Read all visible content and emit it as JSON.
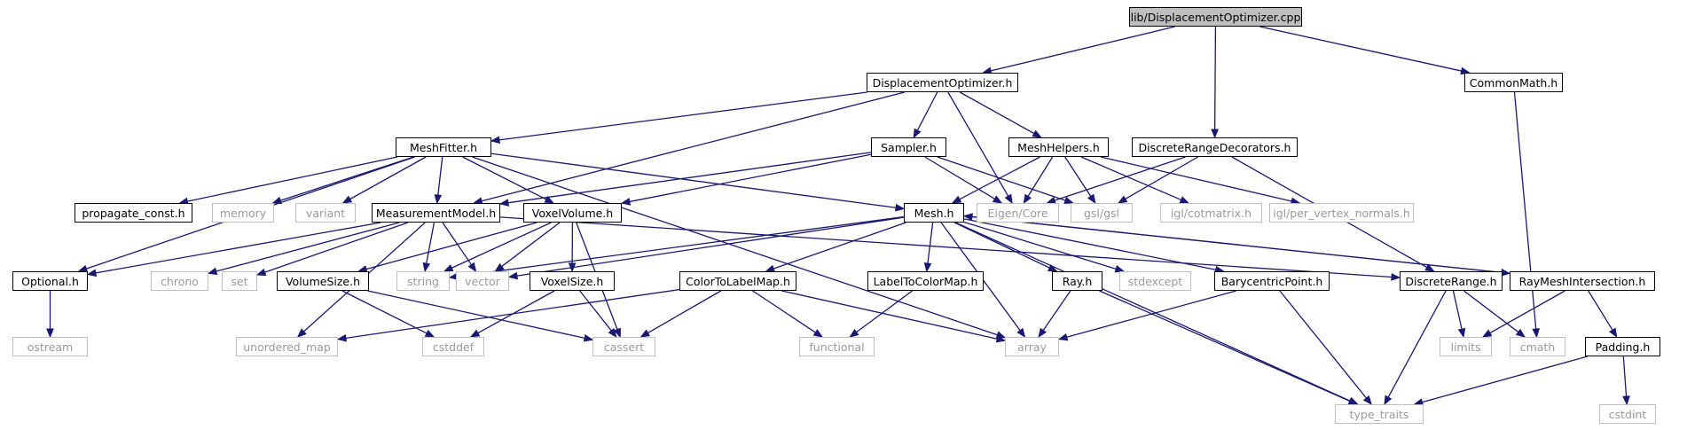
{
  "title": "lib/DisplacementOptimizer.cpp",
  "colors": {
    "edge": "#191970",
    "local_border": "#000000",
    "system_border": "#bfbfbf",
    "system_text": "#9a9a9a",
    "root_fill": "#bfbfbf"
  },
  "nodes": [
    {
      "id": "root",
      "label": "lib/DisplacementOptimizer.cpp",
      "kind": "root"
    },
    {
      "id": "DisplacementOptimizer_h",
      "label": "DisplacementOptimizer.h",
      "kind": "local"
    },
    {
      "id": "DiscreteRangeDecorators_h",
      "label": "DiscreteRangeDecorators.h",
      "kind": "local"
    },
    {
      "id": "CommonMath_h",
      "label": "CommonMath.h",
      "kind": "local"
    },
    {
      "id": "MeshFitter_h",
      "label": "MeshFitter.h",
      "kind": "local"
    },
    {
      "id": "Sampler_h",
      "label": "Sampler.h",
      "kind": "local"
    },
    {
      "id": "MeshHelpers_h",
      "label": "MeshHelpers.h",
      "kind": "local"
    },
    {
      "id": "propagate_const_h",
      "label": "propagate_const.h",
      "kind": "local"
    },
    {
      "id": "memory",
      "label": "memory",
      "kind": "system"
    },
    {
      "id": "variant",
      "label": "variant",
      "kind": "system"
    },
    {
      "id": "MeasurementModel_h",
      "label": "MeasurementModel.h",
      "kind": "local"
    },
    {
      "id": "VoxelVolume_h",
      "label": "VoxelVolume.h",
      "kind": "local"
    },
    {
      "id": "Mesh_h",
      "label": "Mesh.h",
      "kind": "local"
    },
    {
      "id": "Eigen_Core",
      "label": "Eigen/Core",
      "kind": "system"
    },
    {
      "id": "gsl_gsl",
      "label": "gsl/gsl",
      "kind": "system"
    },
    {
      "id": "igl_cotmatrix_h",
      "label": "igl/cotmatrix.h",
      "kind": "system"
    },
    {
      "id": "igl_per_vertex_normals_h",
      "label": "igl/per_vertex_normals.h",
      "kind": "system"
    },
    {
      "id": "Optional_h",
      "label": "Optional.h",
      "kind": "local"
    },
    {
      "id": "chrono",
      "label": "chrono",
      "kind": "system"
    },
    {
      "id": "set",
      "label": "set",
      "kind": "system"
    },
    {
      "id": "VolumeSize_h",
      "label": "VolumeSize.h",
      "kind": "local"
    },
    {
      "id": "string",
      "label": "string",
      "kind": "system"
    },
    {
      "id": "vector",
      "label": "vector",
      "kind": "system"
    },
    {
      "id": "VoxelSize_h",
      "label": "VoxelSize.h",
      "kind": "local"
    },
    {
      "id": "ColorToLabelMap_h",
      "label": "ColorToLabelMap.h",
      "kind": "local"
    },
    {
      "id": "LabelToColorMap_h",
      "label": "LabelToColorMap.h",
      "kind": "local"
    },
    {
      "id": "Ray_h",
      "label": "Ray.h",
      "kind": "local"
    },
    {
      "id": "stdexcept",
      "label": "stdexcept",
      "kind": "system"
    },
    {
      "id": "BarycentricPoint_h",
      "label": "BarycentricPoint.h",
      "kind": "local"
    },
    {
      "id": "DiscreteRange_h",
      "label": "DiscreteRange.h",
      "kind": "local"
    },
    {
      "id": "RayMeshIntersection_h",
      "label": "RayMeshIntersection.h",
      "kind": "local"
    },
    {
      "id": "ostream",
      "label": "ostream",
      "kind": "system"
    },
    {
      "id": "unordered_map",
      "label": "unordered_map",
      "kind": "system"
    },
    {
      "id": "cstddef",
      "label": "cstddef",
      "kind": "system"
    },
    {
      "id": "cassert",
      "label": "cassert",
      "kind": "system"
    },
    {
      "id": "functional",
      "label": "functional",
      "kind": "system"
    },
    {
      "id": "array",
      "label": "array",
      "kind": "system"
    },
    {
      "id": "limits",
      "label": "limits",
      "kind": "system"
    },
    {
      "id": "cmath",
      "label": "cmath",
      "kind": "system"
    },
    {
      "id": "Padding_h",
      "label": "Padding.h",
      "kind": "local"
    },
    {
      "id": "type_traits",
      "label": "type_traits",
      "kind": "system"
    },
    {
      "id": "cstdint",
      "label": "cstdint",
      "kind": "system"
    }
  ],
  "edges": [
    [
      "root",
      "DisplacementOptimizer_h"
    ],
    [
      "root",
      "DiscreteRangeDecorators_h"
    ],
    [
      "root",
      "CommonMath_h"
    ],
    [
      "CommonMath_h",
      "cmath"
    ],
    [
      "DisplacementOptimizer_h",
      "MeshFitter_h"
    ],
    [
      "DisplacementOptimizer_h",
      "Sampler_h"
    ],
    [
      "DisplacementOptimizer_h",
      "MeshHelpers_h"
    ],
    [
      "DisplacementOptimizer_h",
      "MeasurementModel_h"
    ],
    [
      "DisplacementOptimizer_h",
      "Eigen_Core"
    ],
    [
      "DiscreteRangeDecorators_h",
      "Eigen_Core"
    ],
    [
      "DiscreteRangeDecorators_h",
      "gsl_gsl"
    ],
    [
      "DiscreteRangeDecorators_h",
      "DiscreteRange_h"
    ],
    [
      "MeshFitter_h",
      "Optional_h"
    ],
    [
      "MeshFitter_h",
      "propagate_const_h"
    ],
    [
      "MeshFitter_h",
      "memory"
    ],
    [
      "MeshFitter_h",
      "variant"
    ],
    [
      "MeshFitter_h",
      "MeasurementModel_h"
    ],
    [
      "MeshFitter_h",
      "VoxelVolume_h"
    ],
    [
      "MeshFitter_h",
      "Mesh_h"
    ],
    [
      "MeshFitter_h",
      "array"
    ],
    [
      "Sampler_h",
      "MeasurementModel_h"
    ],
    [
      "Sampler_h",
      "VoxelVolume_h"
    ],
    [
      "Sampler_h",
      "Eigen_Core"
    ],
    [
      "Sampler_h",
      "gsl_gsl"
    ],
    [
      "MeshHelpers_h",
      "Mesh_h"
    ],
    [
      "MeshHelpers_h",
      "Eigen_Core"
    ],
    [
      "MeshHelpers_h",
      "gsl_gsl"
    ],
    [
      "MeshHelpers_h",
      "igl_cotmatrix_h"
    ],
    [
      "MeshHelpers_h",
      "igl_per_vertex_normals_h"
    ],
    [
      "MeasurementModel_h",
      "Optional_h"
    ],
    [
      "MeasurementModel_h",
      "chrono"
    ],
    [
      "MeasurementModel_h",
      "set"
    ],
    [
      "MeasurementModel_h",
      "string"
    ],
    [
      "MeasurementModel_h",
      "vector"
    ],
    [
      "MeasurementModel_h",
      "unordered_map"
    ],
    [
      "MeasurementModel_h",
      "DiscreteRange_h"
    ],
    [
      "VoxelVolume_h",
      "VolumeSize_h"
    ],
    [
      "VoxelVolume_h",
      "VoxelSize_h"
    ],
    [
      "VoxelVolume_h",
      "string"
    ],
    [
      "VoxelVolume_h",
      "vector"
    ],
    [
      "VoxelVolume_h",
      "cassert"
    ],
    [
      "Mesh_h",
      "string"
    ],
    [
      "Mesh_h",
      "vector"
    ],
    [
      "Mesh_h",
      "ColorToLabelMap_h"
    ],
    [
      "Mesh_h",
      "LabelToColorMap_h"
    ],
    [
      "Mesh_h",
      "Ray_h"
    ],
    [
      "Mesh_h",
      "stdexcept"
    ],
    [
      "Mesh_h",
      "BarycentricPoint_h"
    ],
    [
      "Mesh_h",
      "RayMeshIntersection_h"
    ],
    [
      "Mesh_h",
      "array"
    ],
    [
      "Mesh_h",
      "type_traits"
    ],
    [
      "RayMeshIntersection_h",
      "Mesh_h"
    ],
    [
      "RayMeshIntersection_h",
      "limits"
    ],
    [
      "RayMeshIntersection_h",
      "Padding_h"
    ],
    [
      "Optional_h",
      "ostream"
    ],
    [
      "VolumeSize_h",
      "cstddef"
    ],
    [
      "VolumeSize_h",
      "cassert"
    ],
    [
      "VoxelSize_h",
      "cstddef"
    ],
    [
      "VoxelSize_h",
      "cassert"
    ],
    [
      "ColorToLabelMap_h",
      "unordered_map"
    ],
    [
      "ColorToLabelMap_h",
      "cassert"
    ],
    [
      "ColorToLabelMap_h",
      "functional"
    ],
    [
      "ColorToLabelMap_h",
      "array"
    ],
    [
      "LabelToColorMap_h",
      "functional"
    ],
    [
      "Ray_h",
      "array"
    ],
    [
      "Ray_h",
      "type_traits"
    ],
    [
      "BarycentricPoint_h",
      "array"
    ],
    [
      "BarycentricPoint_h",
      "type_traits"
    ],
    [
      "DiscreteRange_h",
      "limits"
    ],
    [
      "DiscreteRange_h",
      "cmath"
    ],
    [
      "DiscreteRange_h",
      "type_traits"
    ],
    [
      "Padding_h",
      "type_traits"
    ],
    [
      "Padding_h",
      "cstdint"
    ]
  ]
}
